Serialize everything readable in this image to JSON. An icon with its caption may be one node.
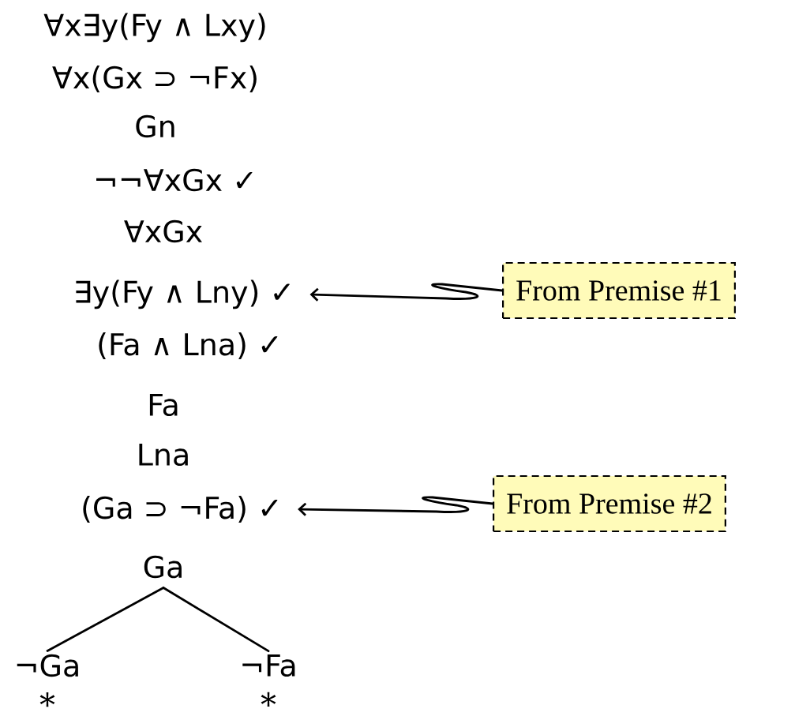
{
  "diagram": {
    "nodes": [
      {
        "text": [
          "∀x∃y(Fy ∧ Lxy)"
        ]
      },
      {
        "text": [
          "∀x(Gx ⊃ ¬Fx)"
        ]
      },
      {
        "text": [
          "Gn"
        ]
      },
      {
        "text": [
          "¬¬∀xGx ✓"
        ]
      },
      {
        "text": [
          "∀xGx"
        ]
      },
      {
        "text": [
          "∃y(Fy ∧ Lny) ✓"
        ]
      },
      {
        "text": [
          "(Fa ∧ Lna) ✓"
        ]
      },
      {
        "text": [
          "Fa"
        ]
      },
      {
        "text": [
          "Lna"
        ]
      },
      {
        "text": [
          "(Ga ⊃ ¬Fa) ✓"
        ]
      },
      {
        "text": [
          "Ga"
        ]
      },
      {
        "text": [
          "¬Ga"
        ],
        "beside": [
          "∗"
        ]
      },
      {
        "text": [
          "¬Fa"
        ],
        "beside": [
          "∗"
        ]
      },
      {
        "text": [
          "From Premise #1"
        ]
      },
      {
        "text": [
          "From Premise #2"
        ]
      }
    ],
    "edges": [
      {
        "from": 13,
        "to": 5,
        "arrow": "to"
      },
      {
        "from": 14,
        "to": 9,
        "arrow": "to"
      },
      {
        "from": 10,
        "to": 11,
        "arrow": "none"
      },
      {
        "from": 10,
        "to": 12,
        "arrow": "none"
      }
    ]
  }
}
